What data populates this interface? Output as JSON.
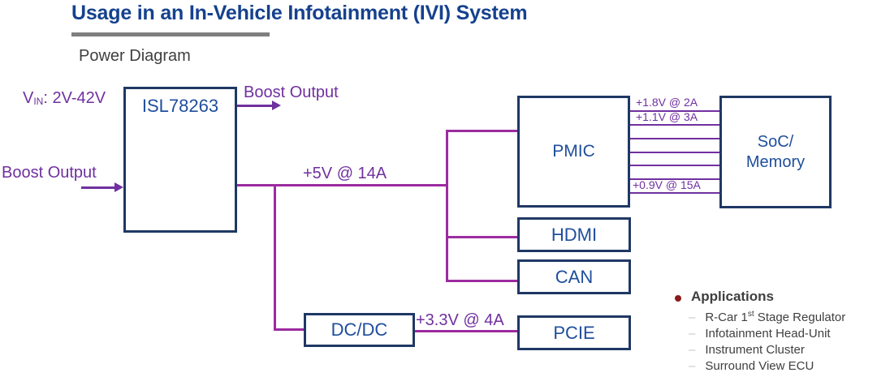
{
  "title": "Usage in an In-Vehicle Infotainment (IVI) System",
  "subtitle": "Power Diagram",
  "diagram": {
    "vin_label": {
      "prefix": "V",
      "sub": "IN",
      "suffix": ": 2V-42V"
    },
    "boost_output_top": "Boost Output",
    "boost_output_left": "Boost Output",
    "blocks": {
      "isl": "ISL78263",
      "pmic": "PMIC",
      "soc_line1": "SoC/",
      "soc_line2": "Memory",
      "hdmi": "HDMI",
      "can": "CAN",
      "pcie": "PCIE",
      "dcdc": "DC/DC"
    },
    "net_labels": {
      "v5": "+5V @ 14A",
      "v33": "+3.3V @ 4A",
      "v18": "+1.8V @ 2A",
      "v11": "+1.1V @ 3A",
      "v09": "+0.9V @ 15A"
    },
    "colors": {
      "title_blue": "#15418E",
      "box_border": "#1F3864",
      "box_label_blue": "#1F4E9C",
      "purple_text": "#7030A0",
      "magenta_line": "#9C2BA0",
      "bullet_red": "#8B1A1A"
    }
  },
  "applications": {
    "heading": "Applications",
    "items": [
      {
        "pre": "R-Car 1",
        "sup": "st",
        "post": " Stage Regulator"
      },
      {
        "pre": "Infotainment Head-Unit",
        "sup": "",
        "post": ""
      },
      {
        "pre": "Instrument Cluster",
        "sup": "",
        "post": ""
      },
      {
        "pre": "Surround View ECU",
        "sup": "",
        "post": ""
      }
    ]
  }
}
